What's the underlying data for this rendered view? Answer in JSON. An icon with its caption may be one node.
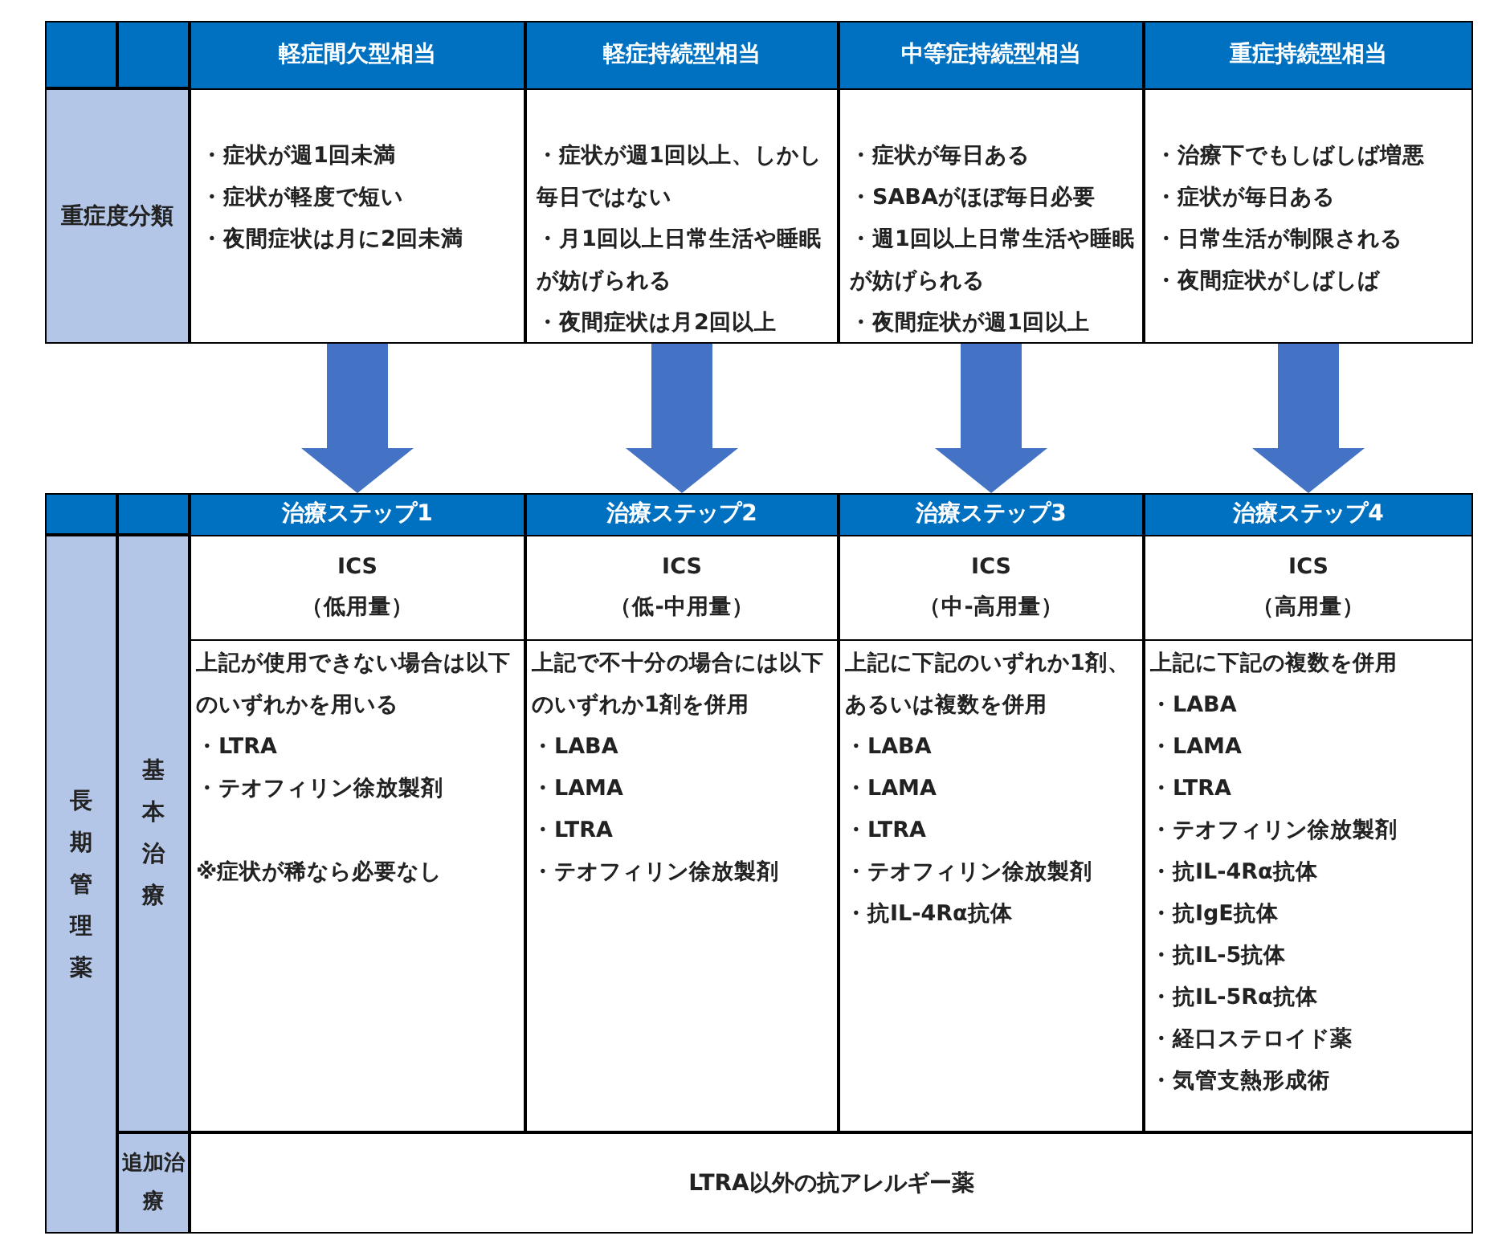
{
  "diagram": {
    "nodes": [
      {
        "text": [
          "軽症間欠型相当",
          "・症状が週1回未満",
          "・症状が軽度で短い",
          "・夜間症状は月に2回未満"
        ]
      },
      {
        "text": [
          "軽症持続型相当",
          "・症状が週1回以上、しかし毎日ではない",
          "・月1回以上日常生活や睡眠が妨げられる",
          "・夜間症状は月2回以上"
        ]
      },
      {
        "text": [
          "中等症持続型相当",
          "・症状が毎日ある",
          "・SABAがほぼ毎日必要",
          "・週1回以上日常生活や睡眠が妨げられる",
          "・夜間症状が週1回以上"
        ]
      },
      {
        "text": [
          "重症持続型相当",
          "・治療下でもしばしば増悪",
          "・症状が毎日ある",
          "・日常生活が制限される",
          "・夜間症状がしばしば"
        ]
      },
      {
        "text": [
          "治療ステップ1",
          "ICS",
          "（低用量）",
          "上記が使用できない場合は以下のいずれかを用いる",
          "・LTRA",
          "・テオフィリン徐放製剤",
          "※症状が稀なら必要なし"
        ]
      },
      {
        "text": [
          "治療ステップ2",
          "ICS",
          "（低-中用量）",
          "上記で不十分の場合には以下のいずれか1剤を併用",
          "・LABA",
          "・LAMA",
          "・LTRA",
          "・テオフィリン徐放製剤"
        ]
      },
      {
        "text": [
          "治療ステップ3",
          "ICS",
          "（中-高用量）",
          "上記に下記のいずれか1剤、あるいは複数を併用",
          "・LABA",
          "・LAMA",
          "・LTRA",
          "・テオフィリン徐放製剤",
          "・抗IL-4Rα抗体"
        ]
      },
      {
        "text": [
          "治療ステップ4",
          "ICS",
          "（高用量）",
          "上記に下記の複数を併用",
          "・LABA",
          "・LAMA",
          "・LTRA",
          "・テオフィリン徐放製剤",
          "・抗IL-4Rα抗体",
          "・抗IgE抗体",
          "・抗IL-5抗体",
          "・抗IL-5Rα抗体",
          "・経口ステロイド薬",
          "・気管支熱形成術"
        ]
      }
    ],
    "edges": [
      {
        "from": 0,
        "to": 4,
        "arrow": "to"
      },
      {
        "from": 1,
        "to": 5,
        "arrow": "to"
      },
      {
        "from": 2,
        "to": 6,
        "arrow": "to"
      },
      {
        "from": 3,
        "to": 7,
        "arrow": "to"
      }
    ],
    "labels": [
      "重症度分類",
      "長期管理薬",
      "基本治療",
      "追加治療",
      "LTRA以外の抗アレルギー薬"
    ]
  }
}
